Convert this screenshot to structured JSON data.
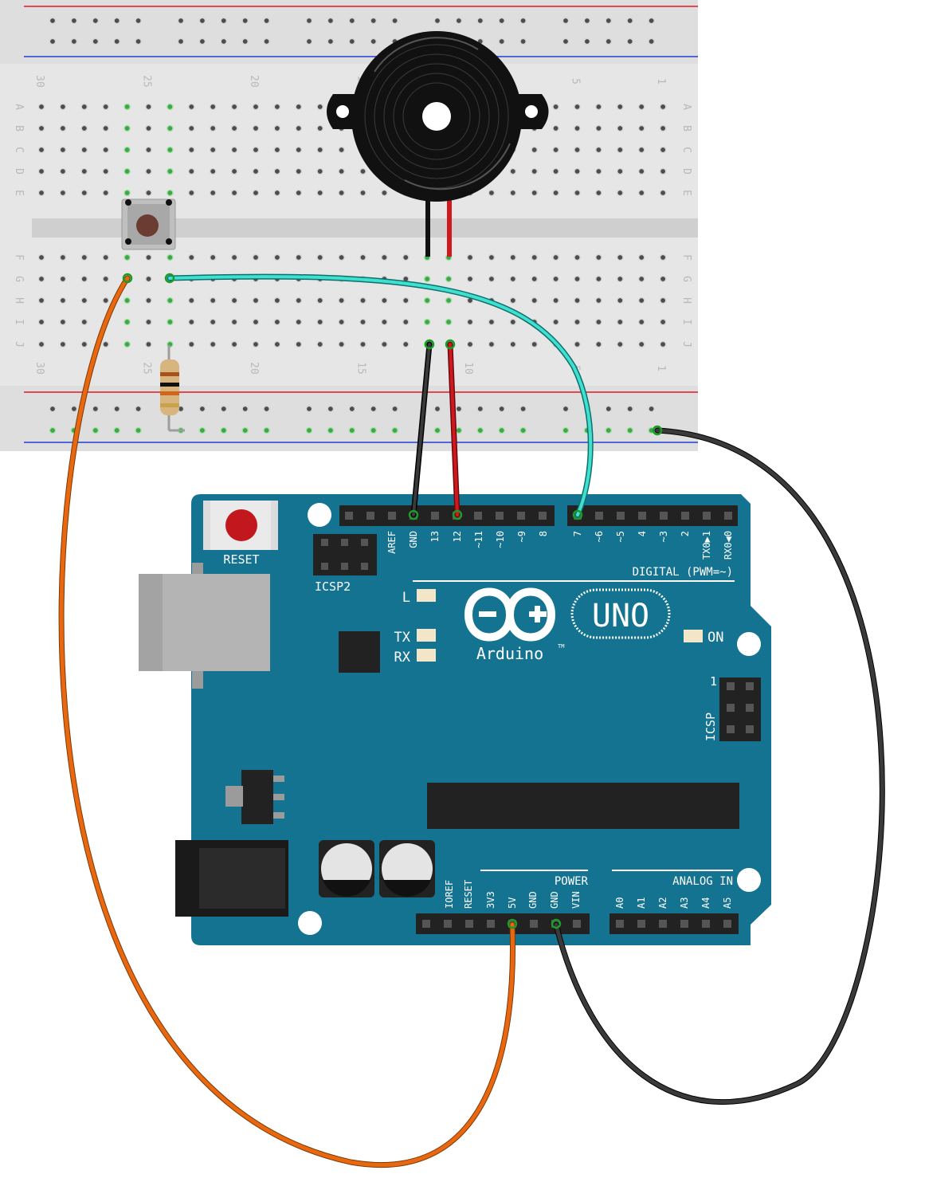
{
  "breadboard": {
    "row_letters_top": [
      "A",
      "B",
      "C",
      "D",
      "E"
    ],
    "row_letters_bottom": [
      "F",
      "G",
      "H",
      "I",
      "J"
    ],
    "column_numbers": [
      "30",
      "25",
      "20",
      "15",
      "10",
      "5",
      "1"
    ]
  },
  "arduino": {
    "reset_label": "RESET",
    "icsp2_label": "ICSP2",
    "icsp_label": "ICSP",
    "icsp_pin1_label": "1",
    "digital_label": "DIGITAL (PWM=~)",
    "digital_pins": [
      "AREF",
      "GND",
      "13",
      "12",
      "~11",
      "~10",
      "~9",
      "8",
      "7",
      "~6",
      "~5",
      "4",
      "~3",
      "2",
      "TX0▶1",
      "RX0◀0"
    ],
    "led_labels": [
      "L",
      "TX",
      "RX"
    ],
    "on_label": "ON",
    "logo_text": "UNO",
    "brand": "Arduino",
    "trademark": "TM",
    "power_label": "POWER",
    "power_pins": [
      "IOREF",
      "RESET",
      "3V3",
      "5V",
      "GND",
      "GND",
      "VIN"
    ],
    "analog_label": "ANALOG IN",
    "analog_pins": [
      "A0",
      "A1",
      "A2",
      "A3",
      "A4",
      "A5"
    ]
  },
  "wires": [
    {
      "name": "orange-wire",
      "color": "#e8670f"
    },
    {
      "name": "cyan-wire",
      "color": "#3fe0d0"
    },
    {
      "name": "black-wire-gnd",
      "color": "#222222"
    },
    {
      "name": "red-wire-12",
      "color": "#c8161d"
    },
    {
      "name": "black-wire-rail",
      "color": "#222222"
    }
  ],
  "colors": {
    "board": "#137391",
    "breadboard": "#e6e6e6",
    "rail_red": "#e0191f",
    "rail_blue": "#1f3fd6"
  }
}
